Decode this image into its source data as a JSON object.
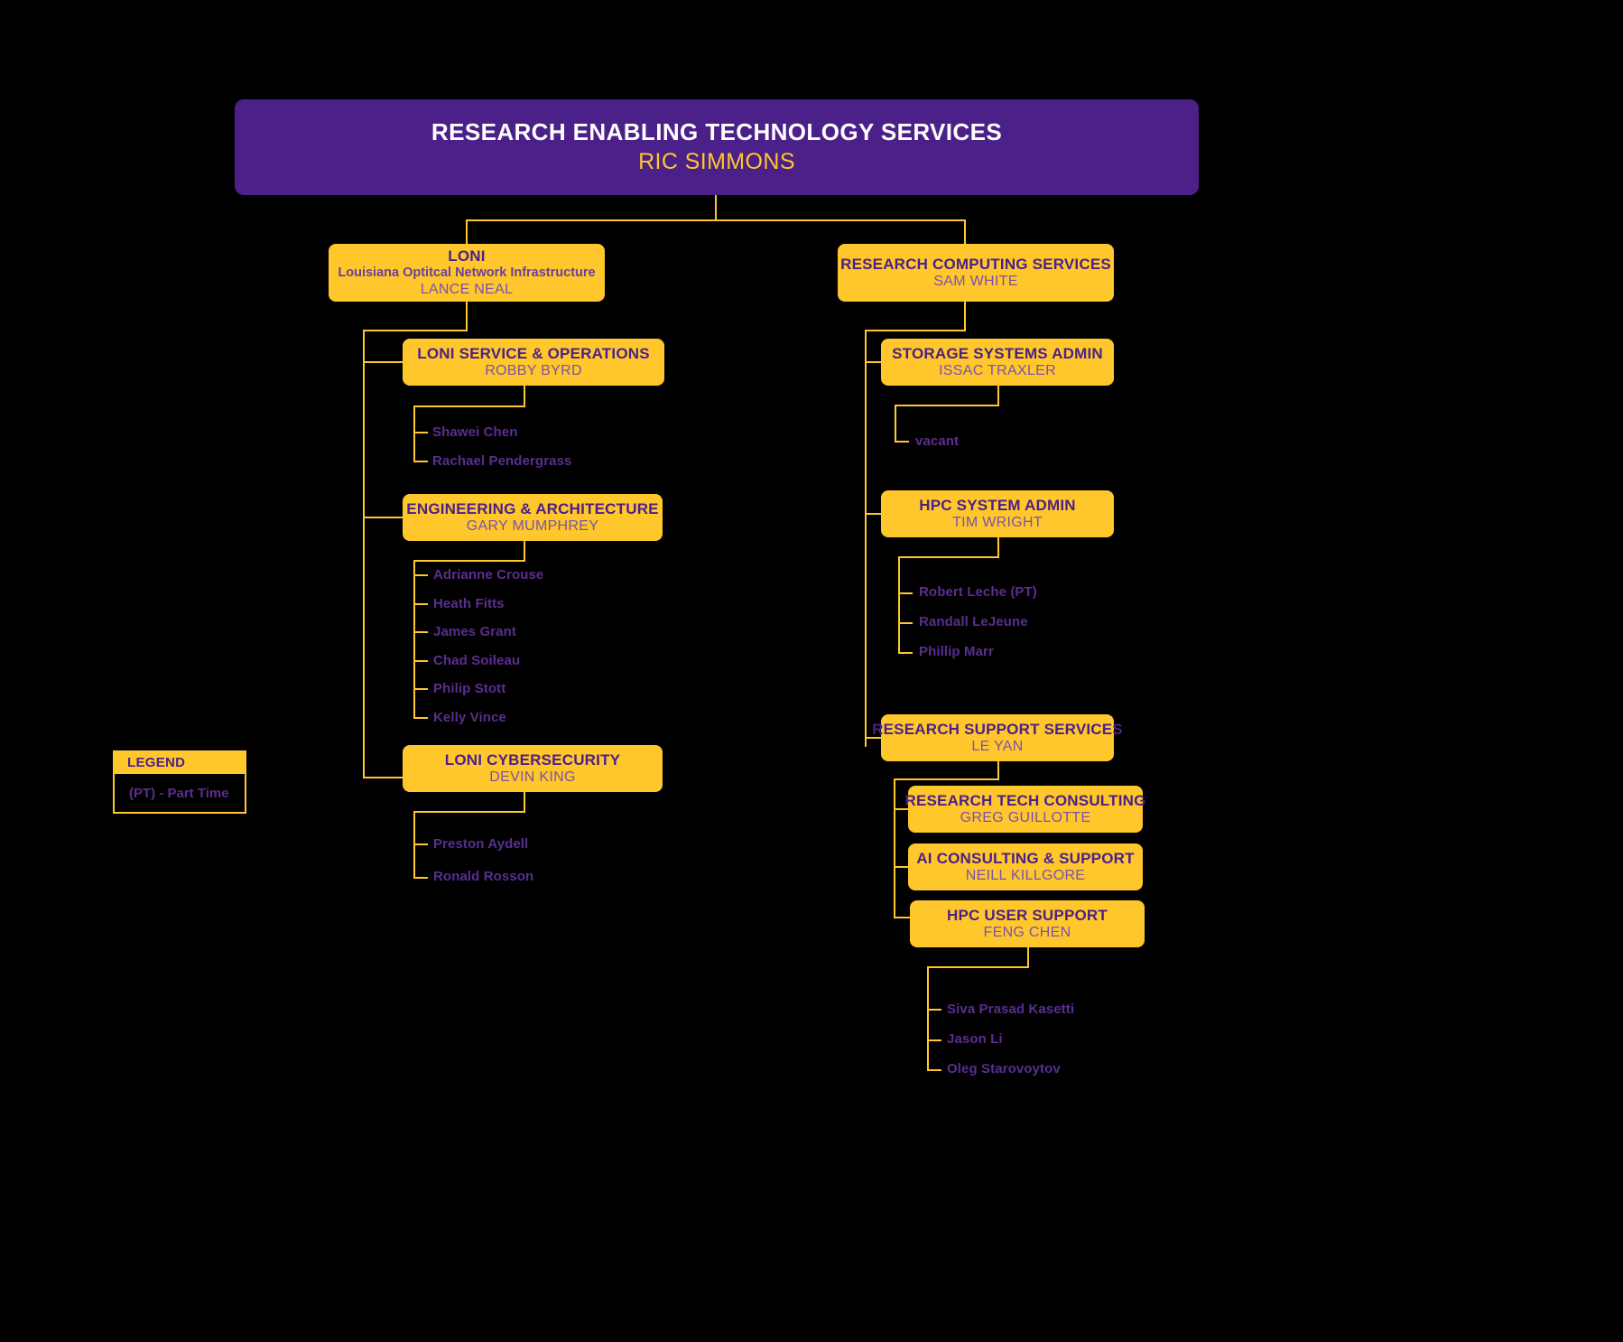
{
  "chart": {
    "background_color": "#000000",
    "accent_gold": "#FFC72C",
    "accent_purple": "#4B2189",
    "name_purple": "#7B52AB",
    "staff_purple": "#5B2D91"
  },
  "root": {
    "title": "RESEARCH ENABLING TECHNOLOGY SERVICES",
    "name": "RIC SIMMONS"
  },
  "divisions": [
    {
      "id": "loni",
      "title": "LONI",
      "subtitle": "Louisiana Optitcal Network Infrastructure",
      "name": "LANCE NEAL"
    },
    {
      "id": "rcs",
      "title": "RESEARCH COMPUTING SERVICES",
      "name": "SAM WHITE"
    }
  ],
  "units": [
    {
      "id": "loni-service-ops",
      "title": "LONI SERVICE & OPERATIONS",
      "name": "ROBBY BYRD"
    },
    {
      "id": "eng-arch",
      "title": "ENGINEERING & ARCHITECTURE",
      "name": "GARY MUMPHREY"
    },
    {
      "id": "loni-cyber",
      "title": "LONI CYBERSECURITY",
      "name": "DEVIN KING"
    },
    {
      "id": "storage-admin",
      "title": "STORAGE SYSTEMS ADMIN",
      "name": "ISSAC TRAXLER"
    },
    {
      "id": "hpc-sys-admin",
      "title": "HPC SYSTEM ADMIN",
      "name": "TIM WRIGHT"
    },
    {
      "id": "research-support",
      "title": "RESEARCH SUPPORT SERVICES",
      "name": "LE YAN"
    },
    {
      "id": "research-tech",
      "title": "RESEARCH TECH CONSULTING",
      "name": "GREG GUILLOTTE"
    },
    {
      "id": "ai-consulting",
      "title": "AI CONSULTING & SUPPORT",
      "name": "NEILL KILLGORE"
    },
    {
      "id": "hpc-user-support",
      "title": "HPC USER SUPPORT",
      "name": "FENG CHEN"
    }
  ],
  "staff": {
    "loni_service_ops": [
      "Shawei Chen",
      "Rachael Pendergrass"
    ],
    "eng_arch": [
      "Adrianne Crouse",
      "Heath Fitts",
      "James Grant",
      "Chad Soileau",
      "Philip Stott",
      "Kelly Vince"
    ],
    "loni_cyber": [
      "Preston Aydell",
      "Ronald Rosson"
    ],
    "storage_admin": [
      "vacant"
    ],
    "hpc_sys_admin": [
      "Robert Leche (PT)",
      "Randall LeJeune",
      "Phillip Marr"
    ],
    "hpc_user_support": [
      "Siva Prasad Kasetti",
      "Jason Li",
      "Oleg Starovoytov"
    ]
  },
  "legend": {
    "header": "LEGEND",
    "entry": "(PT) - Part Time"
  }
}
